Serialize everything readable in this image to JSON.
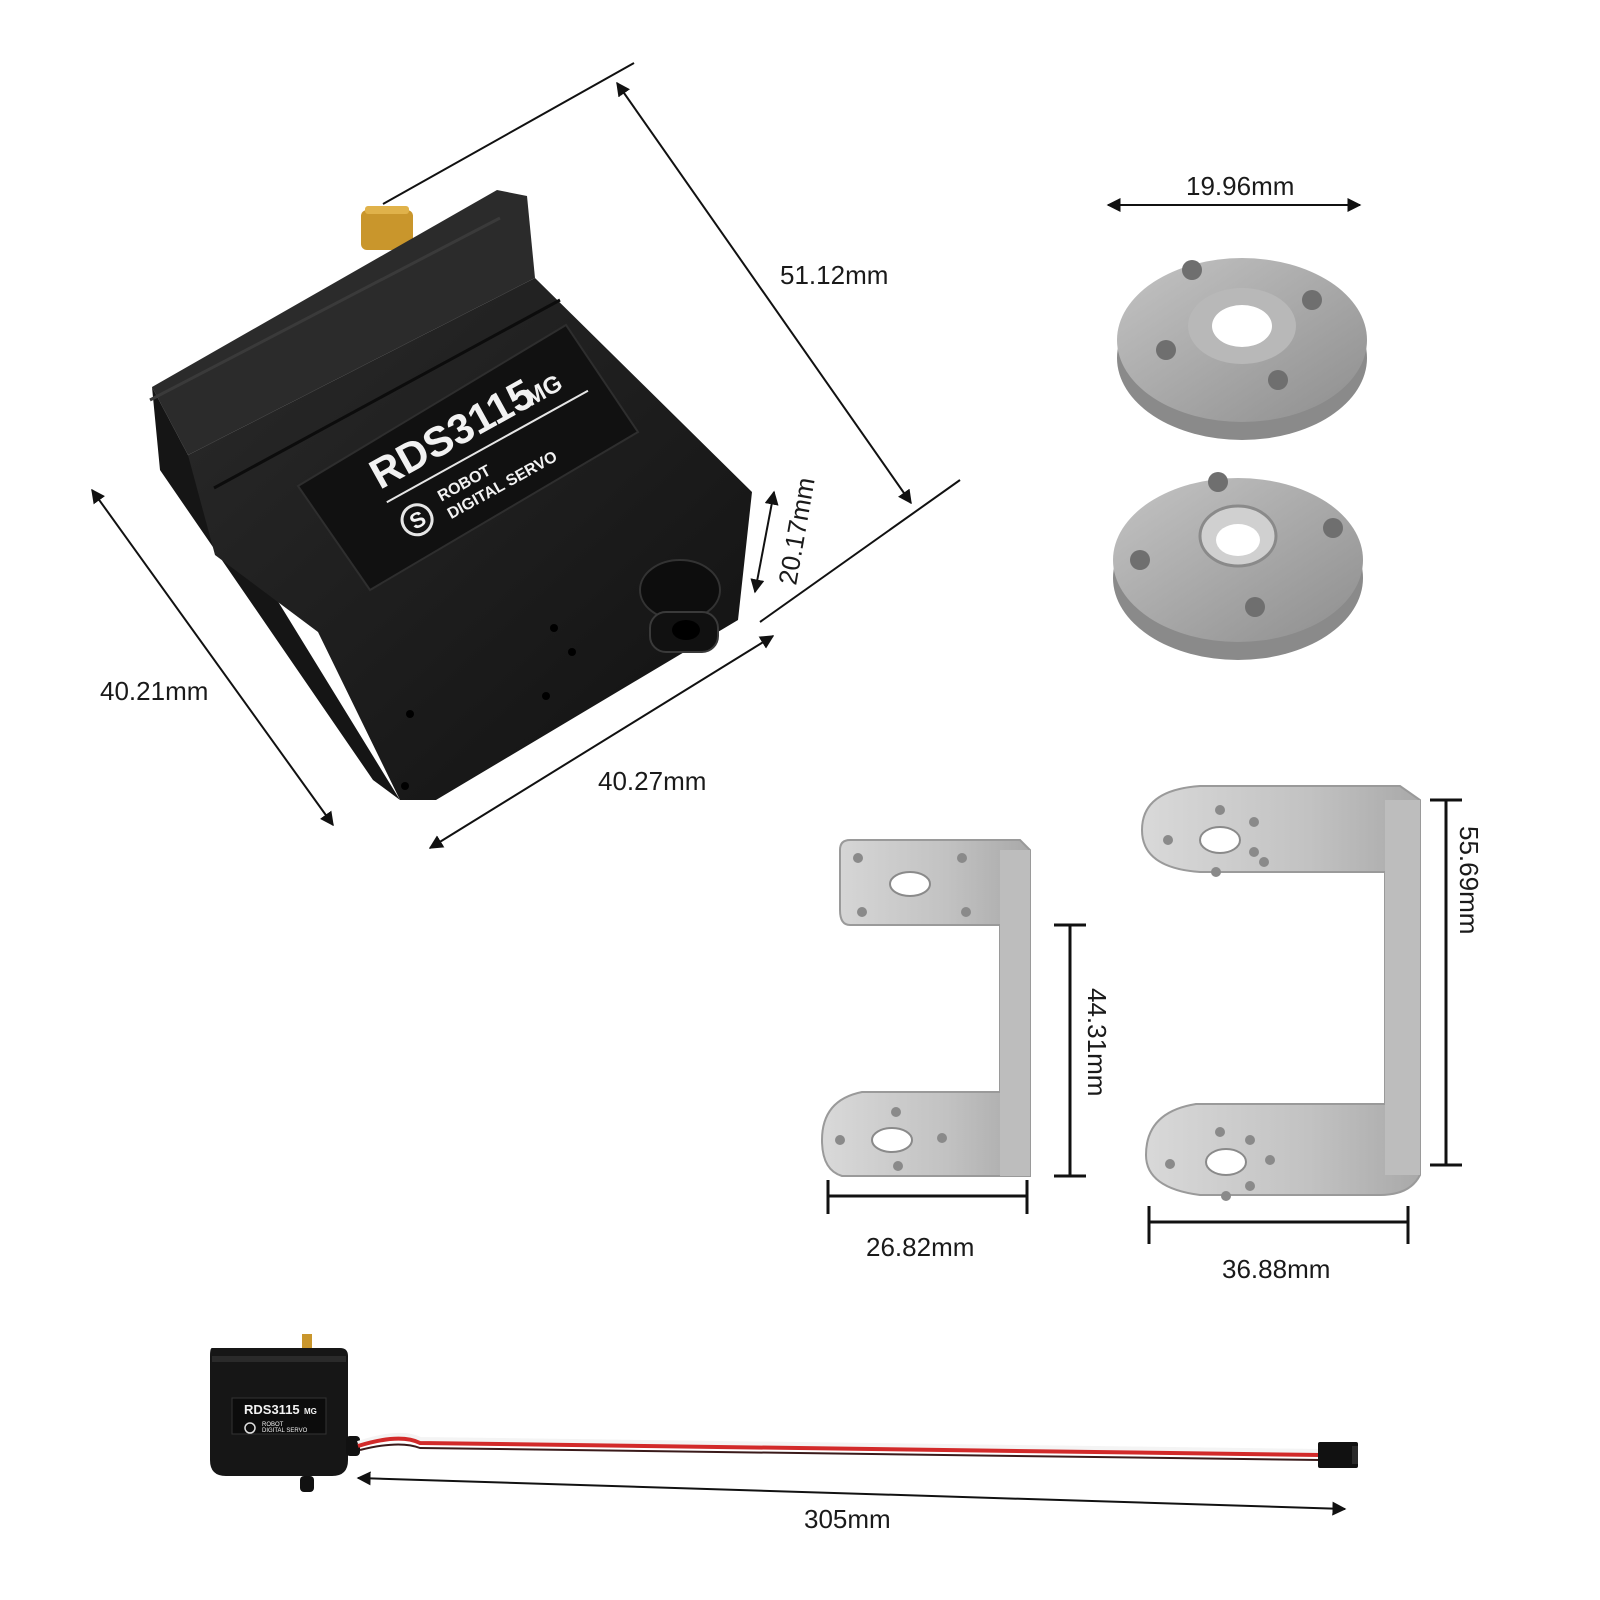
{
  "product": {
    "model": "RDS3115",
    "model_suffix": "MG",
    "line1": "ROBOT",
    "line2": "DIGITAL SERVO"
  },
  "dimensions": {
    "servo_length": "51.12mm",
    "servo_width": "40.21mm",
    "servo_depth": "40.27mm",
    "shaft_offset": "20.17mm",
    "horn_diameter": "19.96mm",
    "small_bracket_height": "44.31mm",
    "small_bracket_width": "26.82mm",
    "large_bracket_height": "55.69mm",
    "large_bracket_width": "36.88mm",
    "cable_length": "305mm"
  },
  "colors": {
    "servo_body": "#1b1b1b",
    "horn": "#a9a9a9",
    "bracket": "#c9c9c9",
    "gear": "#c9962c",
    "wire_red": "#d22a2a",
    "wire_white": "#f4f4f4"
  }
}
